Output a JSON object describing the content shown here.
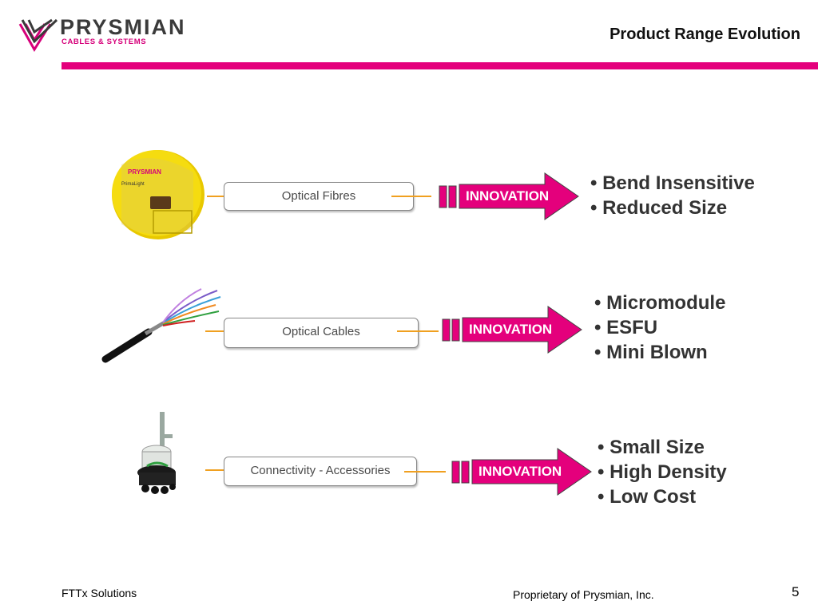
{
  "header": {
    "brand_name": "PRYSMIAN",
    "brand_sub": "CABLES & SYSTEMS",
    "title": "Product Range Evolution",
    "accent_color": "#e4007c"
  },
  "rows": [
    {
      "image": "fiber-spool-image",
      "spool_brand": "PRYSMIAN",
      "spool_label": "PrimaLight",
      "box_label": "Optical Fibres",
      "innovation_label": "INNOVATION",
      "bullets": [
        "• Bend Insensitive",
        "• Reduced Size"
      ]
    },
    {
      "image": "optical-cable-image",
      "box_label": "Optical Cables",
      "innovation_label": "INNOVATION",
      "bullets": [
        "• Micromodule",
        "• ESFU",
        "• Mini Blown"
      ]
    },
    {
      "image": "connectivity-enclosure-image",
      "box_label": "Connectivity - Accessories",
      "innovation_label": "INNOVATION",
      "bullets": [
        "• Small Size",
        "• High Density",
        "• Low Cost"
      ]
    }
  ],
  "footer": {
    "left": "FTTx Solutions",
    "center": "Proprietary of Prysmian, Inc.",
    "page_number": "5"
  }
}
